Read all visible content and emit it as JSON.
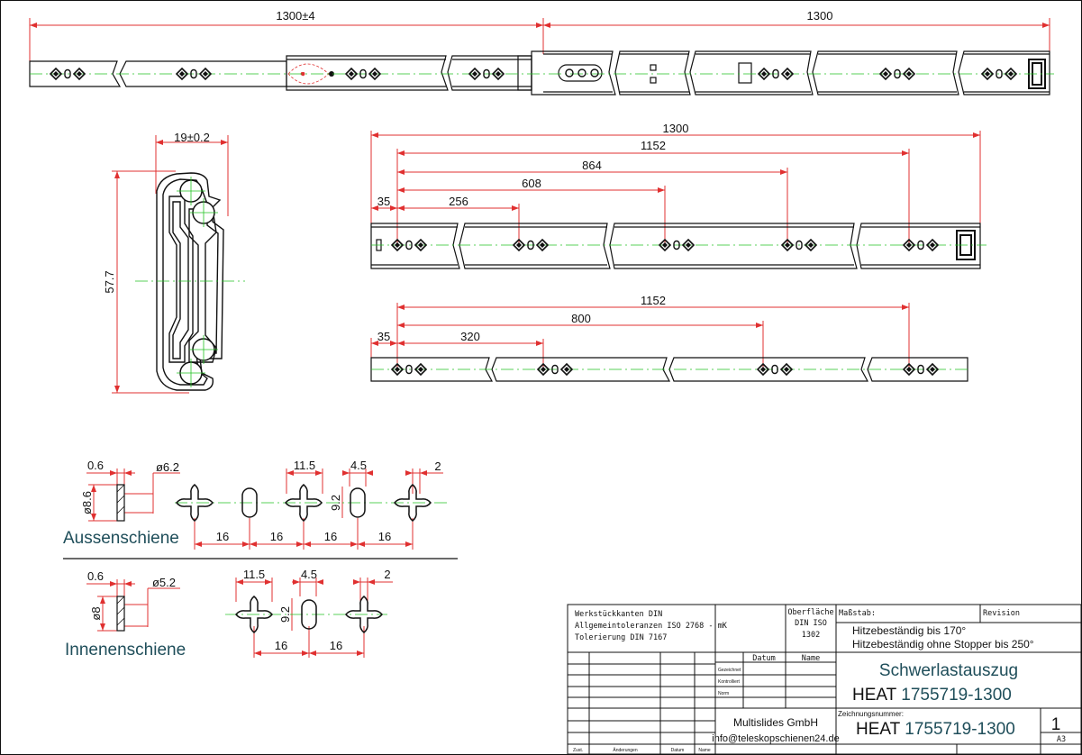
{
  "top_rail": {
    "dim_left": "1300±4",
    "dim_right": "1300"
  },
  "profile": {
    "width_dim": "19±0.2",
    "height_dim": "57.7"
  },
  "outer_rail": {
    "total": "1300",
    "d1152": "1152",
    "d864": "864",
    "d608": "608",
    "d256": "256",
    "d35": "35"
  },
  "inner_rail": {
    "d1152": "1152",
    "d800": "800",
    "d320": "320",
    "d35": "35"
  },
  "detail_outer": {
    "label": "Aussenschiene",
    "thickness": "0.6",
    "hole_dia": "ø6.2",
    "height_dia": "ø8.6",
    "slot_w": "11.5",
    "slot_h": "9.2",
    "slot2_w": "4.5",
    "edge": "2",
    "pitch": [
      "16",
      "16",
      "16",
      "16"
    ]
  },
  "detail_inner": {
    "label": "Innenenschiene",
    "thickness": "0.6",
    "hole_dia": "ø5.2",
    "height_dia": "ø8",
    "slot_w": "11.5",
    "slot_h": "9.2",
    "slot2_w": "4.5",
    "edge": "2",
    "pitch": [
      "16",
      "16"
    ]
  },
  "title_block": {
    "general_1": "Werkstückkanten DIN",
    "general_2": "Allgemeintoleranzen ISO 2768 - mK",
    "general_3": "Tolerierung DIN 7167",
    "surface_1": "Oberfläche",
    "surface_2": "DIN ISO",
    "surface_3": "1302",
    "scale_label": "Maßstab:",
    "revision_label": "Revision",
    "heat_1": "Hitzebeständig bis 170°",
    "heat_2": "Hitzebeständig ohne Stopper bis 250°",
    "col_datum": "Datum",
    "col_name": "Name",
    "row_gezeichnet": "Gezeichnet",
    "row_kontrolliert": "Kontrolliert",
    "row_norm": "Norm",
    "title": "Schwerlastauszug",
    "heat_prefix": "HEAT",
    "part_number": "1755719-1300",
    "company": "Multislides GmbH",
    "email": "info@teleskopschienen24.de",
    "drawing_label": "Zeichnungsnummer:",
    "drawing_prefix": "HEAT",
    "drawing_number": "1755719-1300",
    "sheet_no": "1",
    "format": "A3",
    "foot_zust": "Zust.",
    "foot_aenderungen": "Änderungen",
    "foot_datum": "Datum",
    "foot_name": "Name"
  },
  "colors": {
    "dimension": "#e03030",
    "centerline": "#22c322",
    "outline": "#111111",
    "label": "#1f4e5a"
  }
}
